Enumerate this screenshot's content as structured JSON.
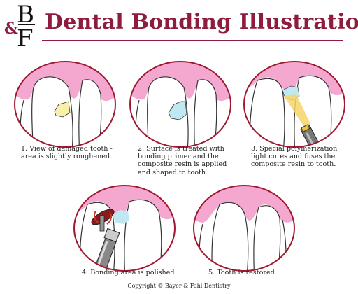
{
  "header": {
    "logo_ampersand": "&",
    "logo_letter_top": "B",
    "logo_letter_bottom": "F",
    "title": "Dental Bonding Illustration"
  },
  "steps": [
    {
      "lines": [
        "1. View of damaged tooth -",
        "area is slightly roughened."
      ]
    },
    {
      "lines": [
        "2. Surface is treated with",
        "bonding primer and the",
        "composite resin is applied",
        "and shaped to tooth."
      ]
    },
    {
      "lines": [
        "3. Special polymerization",
        "light cures and fuses the",
        "composite resin to tooth."
      ]
    },
    {
      "lines": [
        "4. Bonding area is polished"
      ]
    },
    {
      "lines": [
        "5. Tooth is restored"
      ]
    }
  ],
  "footer": {
    "copyright": "Copyright © Bayer & Fahl Dentistry"
  },
  "colors": {
    "brand": "#8e1c3c",
    "gum": "#f4a8d0",
    "resin": "#bfe8f2",
    "damage": "#f7f0a8",
    "outline": "#a01830"
  }
}
